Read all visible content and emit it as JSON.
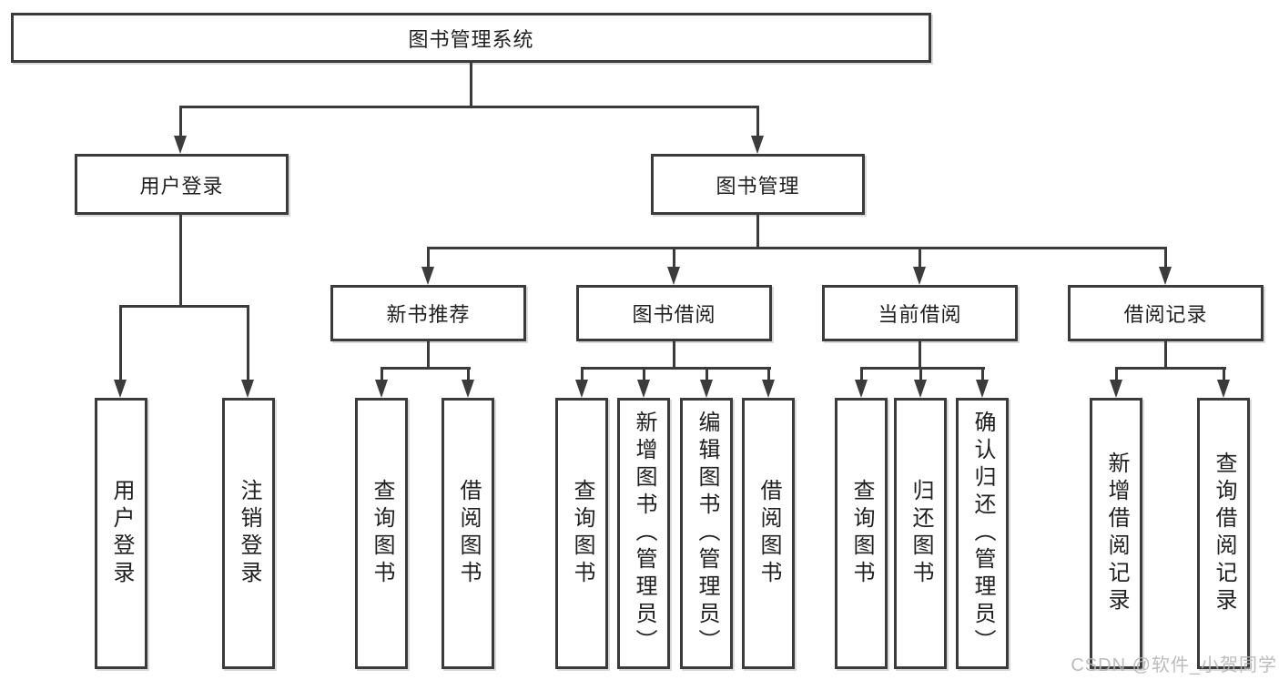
{
  "tree": {
    "root": "图书管理系统",
    "level2": [
      {
        "label": "用户登录",
        "leaves": [
          "用户登录",
          "注销登录"
        ]
      },
      {
        "label": "图书管理",
        "children": [
          {
            "label": "新书推荐",
            "leaves": [
              "查询图书",
              "借阅图书"
            ]
          },
          {
            "label": "图书借阅",
            "leaves": [
              "查询图书",
              "新增图书（管理员）",
              "编辑图书（管理员）",
              "借阅图书"
            ]
          },
          {
            "label": "当前借阅",
            "leaves": [
              "查询图书",
              "归还图书",
              "确认归还（管理员）"
            ]
          },
          {
            "label": "借阅记录",
            "leaves": [
              "新增借阅记录",
              "查询借阅记录"
            ]
          }
        ]
      }
    ]
  },
  "watermark": "CSDN @软件_小贺同学",
  "colors": {
    "line": "#3b3b3b",
    "text": "#1f1f1f",
    "watermark": "#b5b5b5",
    "background": "#ffffff"
  }
}
